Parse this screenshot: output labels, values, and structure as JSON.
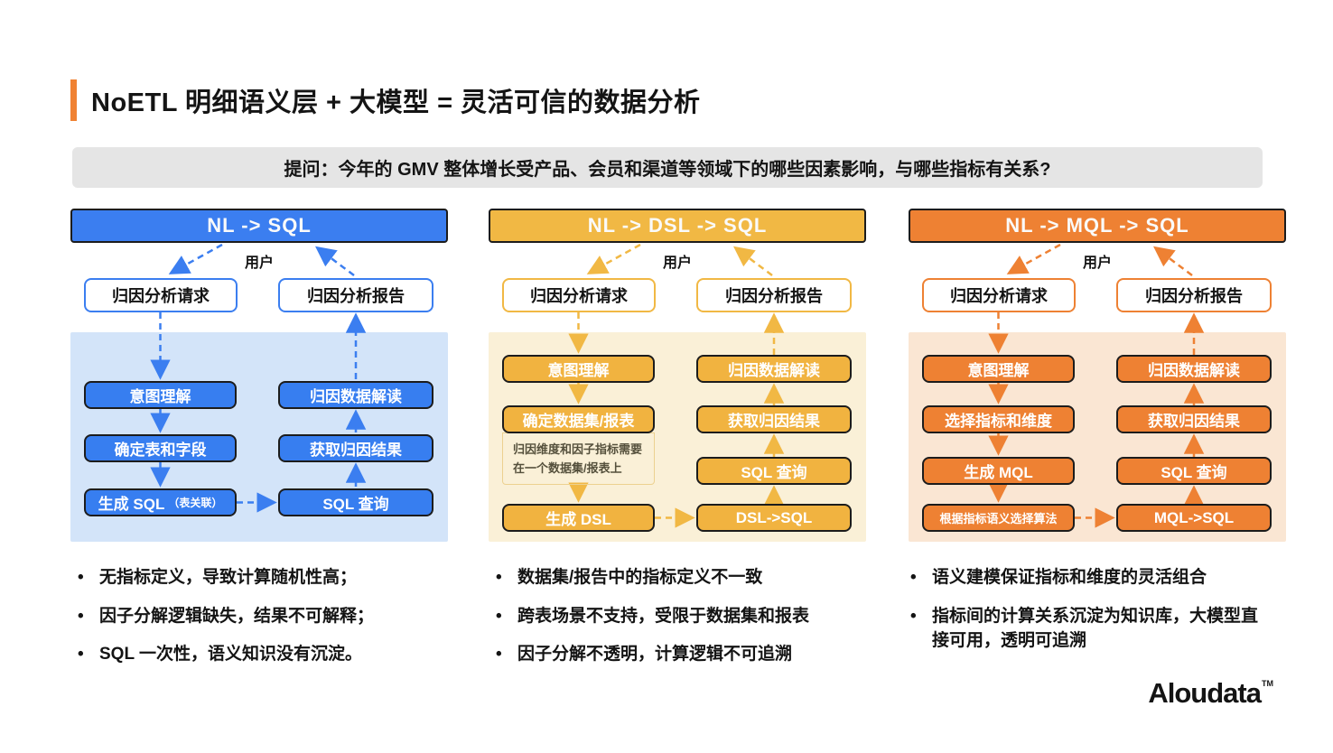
{
  "slide": {
    "title": "NoETL 明细语义层 + 大模型 = 灵活可信的数据分析",
    "question": "提问：今年的 GMV 整体增长受产品、会员和渠道等领域下的哪些因素影响，与哪些指标有关系?"
  },
  "colors": {
    "accent_orange": "#F08233",
    "banner_gray": "#E5E5E5",
    "col1_main": "#3B7EF0",
    "col1_panel": "#D3E4F9",
    "col2_main": "#F1B844",
    "col2_panel": "#FAF0D7",
    "col3_main": "#EE8133",
    "col3_panel": "#FAE6D3",
    "box_border_dark": "#1C1C1C"
  },
  "columns": [
    {
      "header": "NL -> SQL",
      "user_label": "用户",
      "request_box": "归因分析请求",
      "report_box": "归因分析报告",
      "steps_left": [
        "意图理解",
        "确定表和字段"
      ],
      "sql_step": {
        "label": "生成 SQL",
        "suffix": "（表关联）"
      },
      "steps_right": [
        "归因数据解读",
        "获取归因结果",
        "SQL 查询"
      ],
      "bullets": [
        "无指标定义，导致计算随机性高；",
        "因子分解逻辑缺失，结果不可解释；",
        "SQL 一次性，语义知识没有沉淀。"
      ]
    },
    {
      "header": "NL -> DSL -> SQL",
      "user_label": "用户",
      "request_box": "归因分析请求",
      "report_box": "归因分析报告",
      "steps_left": [
        "意图理解",
        "确定数据集/报表",
        "生成 DSL"
      ],
      "note_lines": [
        "归因维度和因子指标需要",
        "在一个数据集/报表上"
      ],
      "steps_right": [
        "归因数据解读",
        "获取归因结果",
        "SQL 查询",
        "DSL->SQL"
      ],
      "bullets": [
        "数据集/报告中的指标定义不一致",
        "跨表场景不支持，受限于数据集和报表",
        "因子分解不透明，计算逻辑不可追溯"
      ]
    },
    {
      "header": "NL -> MQL -> SQL",
      "user_label": "用户",
      "request_box": "归因分析请求",
      "report_box": "归因分析报告",
      "steps_left": [
        "意图理解",
        "选择指标和维度",
        "生成 MQL",
        "根据指标语义选择算法"
      ],
      "steps_right": [
        "归因数据解读",
        "获取归因结果",
        "SQL 查询",
        "MQL->SQL"
      ],
      "bullets": [
        "语义建模保证指标和维度的灵活组合",
        "指标间的计算关系沉淀为知识库，大模型直接可用，透明可追溯"
      ]
    }
  ],
  "logo": {
    "name": "Aloudata",
    "tm": "TM"
  }
}
